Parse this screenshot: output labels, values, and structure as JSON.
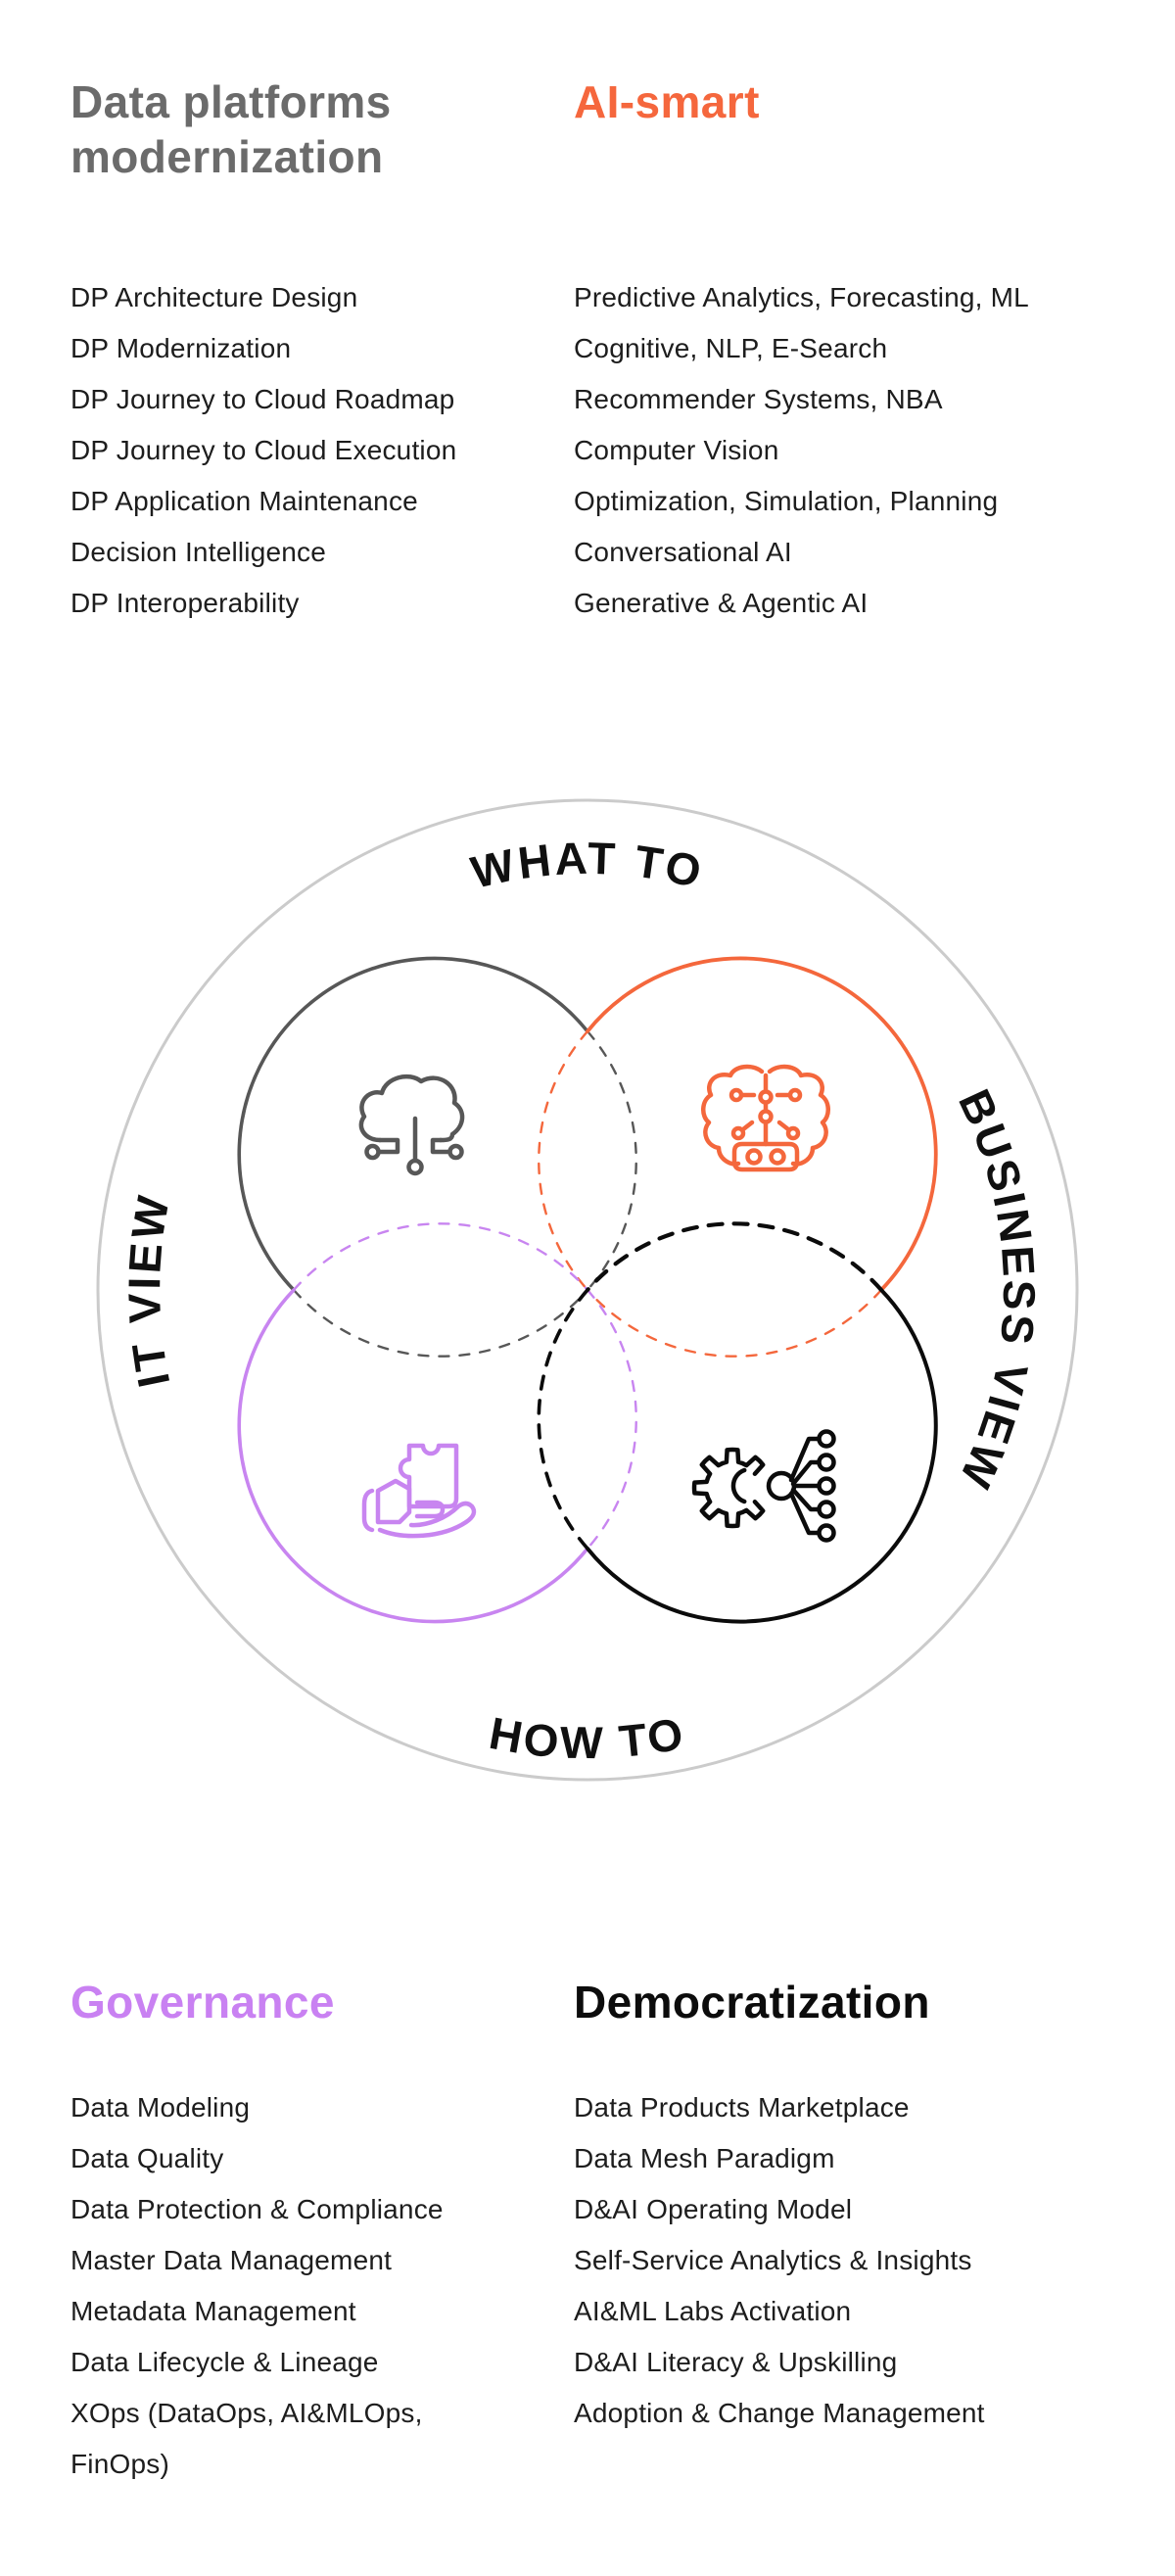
{
  "sections": {
    "data_platforms": {
      "title": "Data platforms modernization",
      "color": "#6b6b6b",
      "items": [
        "DP Architecture Design",
        "DP Modernization",
        "DP Journey to Cloud Roadmap",
        "DP Journey to Cloud Execution",
        "DP Application Maintenance",
        "Decision Intelligence",
        "DP Interoperability"
      ]
    },
    "ai_smart": {
      "title": "AI-smart",
      "color": "#f5673d",
      "items": [
        "Predictive Analytics, Forecasting, ML",
        "Cognitive, NLP, E-Search",
        "Recommender Systems, NBA",
        "Computer Vision",
        "Optimization, Simulation, Planning",
        "Conversational AI",
        "Generative & Agentic AI"
      ]
    },
    "governance": {
      "title": "Governance",
      "color": "#c981f2",
      "items": [
        "Data Modeling",
        "Data Quality",
        "Data Protection & Compliance",
        "Master Data Management",
        "Metadata Management",
        "Data Lifecycle & Lineage",
        "XOps (DataOps, AI&MLOps, FinOps)"
      ]
    },
    "democratization": {
      "title": "Democratization",
      "color": "#0c0c0c",
      "items": [
        "Data Products Marketplace",
        "Data Mesh Paradigm",
        "D&AI Operating Model",
        "Self-Service Analytics & Insights",
        "AI&ML Labs Activation",
        "D&AI Literacy & Upskilling",
        "Adoption & Change Management"
      ]
    }
  },
  "venn": {
    "labels": {
      "top": "WHAT TO",
      "right": "BUSINESS VIEW",
      "bottom": "HOW TO",
      "left": "IT VIEW"
    },
    "icons": {
      "top_left": "cloud-network-icon",
      "top_right": "ai-brain-icon",
      "bottom_left": "hand-puzzle-icon",
      "bottom_right": "gear-network-icon"
    },
    "colors": {
      "outer_ring": "#cbcbcb",
      "it_circle": "#575757",
      "ai_circle": "#f4673c",
      "governance_circle": "#c885f0",
      "democratization_circle": "#0b0b0b",
      "label_color": "#101010"
    }
  }
}
